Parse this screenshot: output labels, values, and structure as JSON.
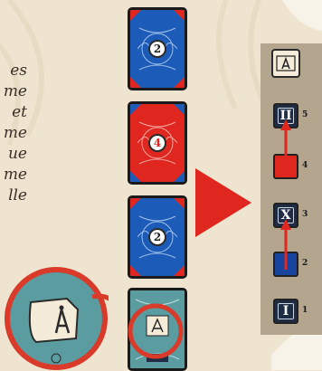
{
  "text_fragments": [
    "es",
    "me",
    "et",
    "me",
    "ue",
    "me",
    "lle"
  ],
  "cards": [
    {
      "color": "blue",
      "number": "2"
    },
    {
      "color": "red",
      "number": "4"
    },
    {
      "color": "blue",
      "number": "2"
    },
    {
      "color": "teal",
      "number": ""
    }
  ],
  "track": {
    "badge_icon": "blueprint-compass-icon",
    "tiles": [
      {
        "style": "navy",
        "label": "II",
        "index": "5"
      },
      {
        "style": "red",
        "label": "",
        "index": "4"
      },
      {
        "style": "navy",
        "label": "X",
        "index": "3"
      },
      {
        "style": "blue",
        "label": "",
        "index": "2"
      },
      {
        "style": "navy",
        "label": "I",
        "index": "1"
      }
    ]
  },
  "colors": {
    "red": "#e0271f",
    "blue": "#17459e",
    "navy": "#1f2d44",
    "teal": "#5a9ca0",
    "panel": "#b3a58e",
    "bg": "#efe4cf"
  }
}
